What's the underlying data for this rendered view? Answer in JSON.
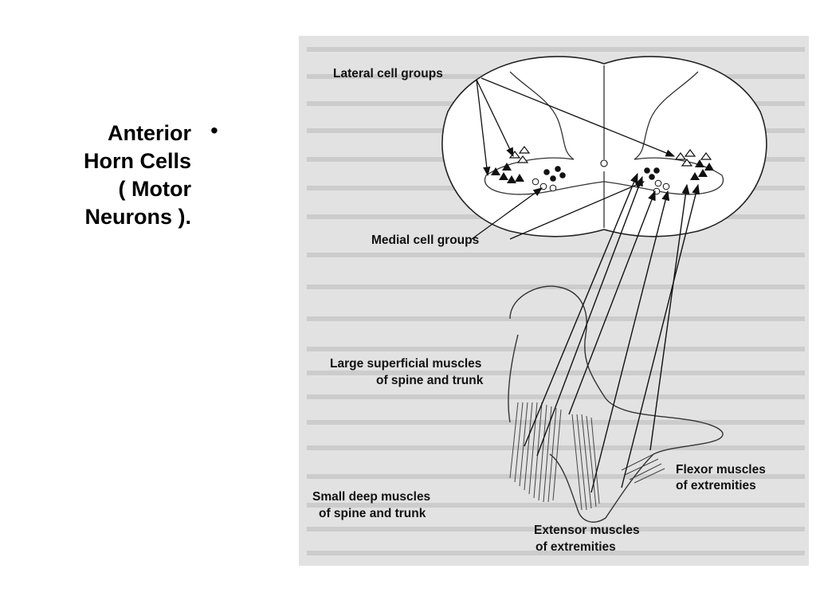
{
  "slide": {
    "title_lines": [
      "Anterior",
      "Horn Cells",
      "( Motor",
      "Neurons )."
    ],
    "bullet": "•"
  },
  "diagram": {
    "labels": {
      "lateral": "Lateral cell groups",
      "medial": "Medial cell groups",
      "large1": "Large superficial muscles",
      "large2": "of spine and trunk",
      "small1": "Small deep muscles",
      "small2": "of spine and trunk",
      "flexor1": "Flexor muscles",
      "flexor2": "of extremities",
      "extensor1": "Extensor muscles",
      "extensor2": "of extremities"
    }
  }
}
